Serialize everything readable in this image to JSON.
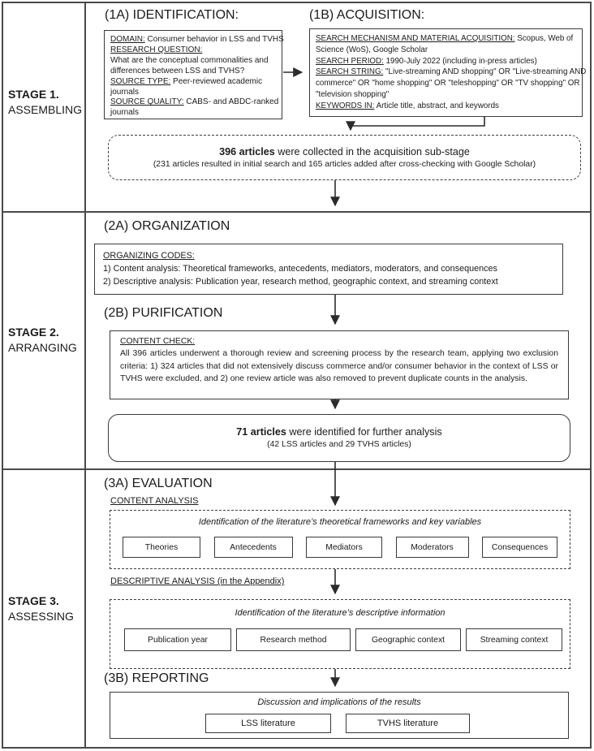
{
  "stage_labels": [
    {
      "num": "STAGE 1.",
      "name": "ASSEMBLING"
    },
    {
      "num": "STAGE 2.",
      "name": "ARRANGING"
    },
    {
      "num": "STAGE 3.",
      "name": "ASSESSING"
    }
  ],
  "s1": {
    "title_a": "(1A) IDENTIFICATION:",
    "title_b": "(1B) ACQUISITION:",
    "box_a": {
      "lines": [
        {
          "u": "DOMAIN:",
          "t": " Consumer behavior in LSS and TVHS"
        },
        {
          "u": "RESEARCH QUESTION:"
        },
        {
          "t": "What are the conceptual commonalities and"
        },
        {
          "t": "differences between LSS and TVHS?"
        },
        {
          "u": "SOURCE TYPE:",
          "t": " Peer-reviewed academic"
        },
        {
          "t": "journals"
        },
        {
          "u": "SOURCE QUALITY:",
          "t": " CABS- and ABDC-ranked"
        },
        {
          "t": "journals"
        }
      ]
    },
    "box_b": {
      "lines": [
        {
          "u": "SEARCH MECHANISM AND MATERIAL ACQUISITION:",
          "t": " Scopus, Web of"
        },
        {
          "t": "Science (WoS), Google Scholar"
        },
        {
          "u": "SEARCH PERIOD:",
          "t": " 1990-July 2022 (including in-press articles)"
        },
        {
          "u": "SEARCH STRING:",
          "t": " \"Live-streaming AND shopping\" OR \"Live-streaming AND"
        },
        {
          "t": "commerce\" OR \"home shopping\" OR \"teleshopping\" OR \"TV shopping\" OR"
        },
        {
          "t": "\"television shopping\""
        },
        {
          "u": "KEYWORDS IN:",
          "t": " Article title, abstract, and keywords"
        }
      ]
    },
    "result": {
      "bold": "396 articles",
      "rest": " were collected in the acquisition sub-stage",
      "sub": "(231 articles resulted in initial search and 165 articles added after cross-checking with Google Scholar)"
    }
  },
  "s2": {
    "title_a": "(2A) ORGANIZATION",
    "codes": {
      "lines": [
        {
          "u": "ORGANIZING CODES:"
        },
        {
          "t": "1) Content analysis: Theoretical frameworks, antecedents, mediators, moderators, and consequences"
        },
        {
          "t": "2) Descriptive analysis: Publication year, research method, geographic context, and streaming context"
        }
      ]
    },
    "title_b": "(2B) PURIFICATION",
    "check": {
      "u": "CONTENT CHECK:",
      "t": "All 396 articles underwent a thorough review and screening process by the research team, applying two exclusion criteria: 1) 324 articles that did not extensively discuss commerce and/or consumer behavior in the context of LSS or TVHS were excluded, and 2) one review article was also removed to prevent duplicate counts in the analysis."
    },
    "result": {
      "bold": "71 articles",
      "rest": " were identified for further analysis",
      "sub": "(42 LSS articles and 29 TVHS articles)"
    }
  },
  "s3": {
    "title_a": "(3A) EVALUATION",
    "content_label": "CONTENT ANALYSIS",
    "content": {
      "caption": "Identification of the literature’s theoretical frameworks and key variables",
      "items": [
        "Theories",
        "Antecedents",
        "Mediators",
        "Moderators",
        "Consequences"
      ]
    },
    "descriptive_label": "DESCRIPTIVE ANALYSIS (in the Appendix)",
    "descriptive": {
      "caption": "Identification of the literature’s descriptive information",
      "items": [
        "Publication year",
        "Research method",
        "Geographic context",
        "Streaming context"
      ]
    },
    "title_b": "(3B) REPORTING",
    "reporting": {
      "caption": "Discussion and implications of the results",
      "items": [
        "LSS literature",
        "TVHS literature"
      ]
    }
  }
}
